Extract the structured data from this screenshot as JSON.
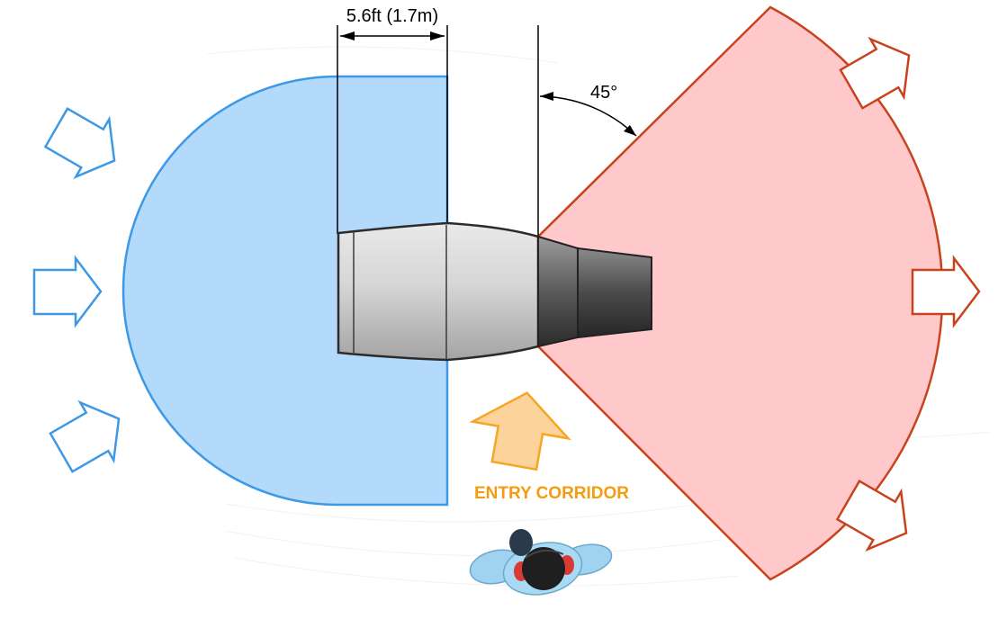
{
  "dimension": {
    "intake_clearance_label": "5.6ft (1.7m)",
    "exhaust_angle_label": "45°"
  },
  "labels": {
    "entry_corridor": "ENTRY CORRIDOR"
  },
  "colors": {
    "intake_zone_fill": "#b3d9fb",
    "intake_zone_stroke": "#3d99e6",
    "exhaust_zone_fill": "#ffc9cc",
    "exhaust_zone_stroke": "#c8431d",
    "entry_arrow_fill": "#fdd39c",
    "entry_arrow_stroke": "#f5a623",
    "entry_label_color": "#f39c12",
    "engine_body": "#d9d9d9",
    "engine_nozzle": "#555555",
    "worker_vest": "#9fd3f0",
    "worker_helmet": "#1f1f1f",
    "ear_protection": "#d83a35"
  },
  "icons": {
    "intake_arrows": [
      "intake-airflow-arrow-icon",
      "intake-airflow-arrow-icon",
      "intake-airflow-arrow-icon"
    ],
    "exhaust_arrows": [
      "exhaust-airflow-arrow-icon",
      "exhaust-airflow-arrow-icon",
      "exhaust-airflow-arrow-icon"
    ],
    "entry_arrow": "entry-direction-arrow-icon",
    "worker": "ground-crew-worker-icon"
  }
}
